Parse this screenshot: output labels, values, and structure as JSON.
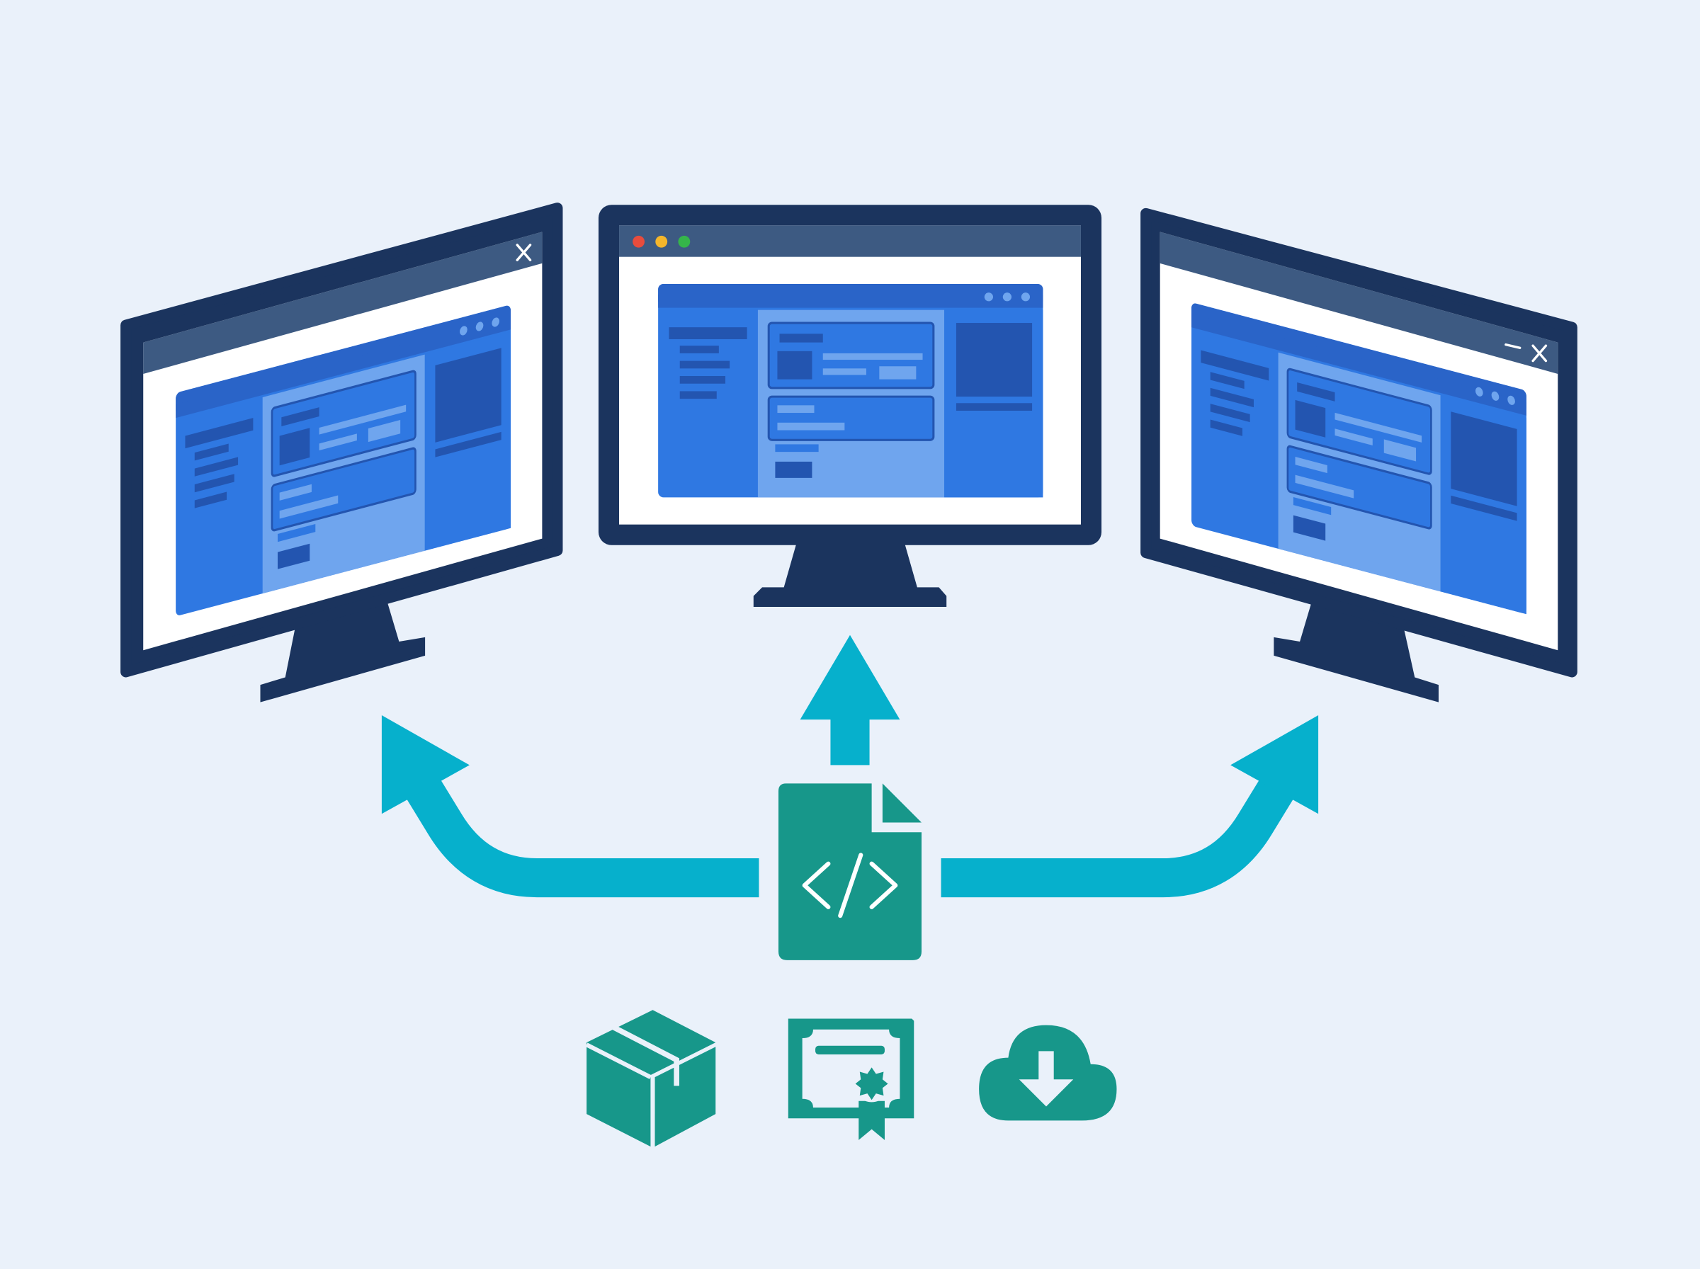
{
  "colors": {
    "background": "#eaf1fa",
    "monitor_frame": "#1b345e",
    "title_bar": "#3d5a82",
    "app_blue": "#2f78e2",
    "app_header": "#2a64c8",
    "app_light": "#6fa5ee",
    "app_dark": "#2355b0",
    "arrow": "#06b0cc",
    "teal": "#17978a",
    "dot_red": "#e84c3d",
    "dot_yellow": "#f5b62b",
    "dot_green": "#35b54a"
  },
  "monitors": [
    {
      "id": "left",
      "perspective": "angled-left",
      "window_control": "close-icon"
    },
    {
      "id": "center",
      "perspective": "front",
      "window_control": "traffic-light-dots"
    },
    {
      "id": "right",
      "perspective": "angled-right",
      "window_control": "minimize-and-close-icons"
    }
  ],
  "arrows": [
    "to-left-monitor",
    "to-center-monitor",
    "to-right-monitor"
  ],
  "source_file": {
    "icon": "code-file-icon"
  },
  "bottom_icons": [
    "package-box-icon",
    "certificate-icon",
    "cloud-download-icon"
  ]
}
